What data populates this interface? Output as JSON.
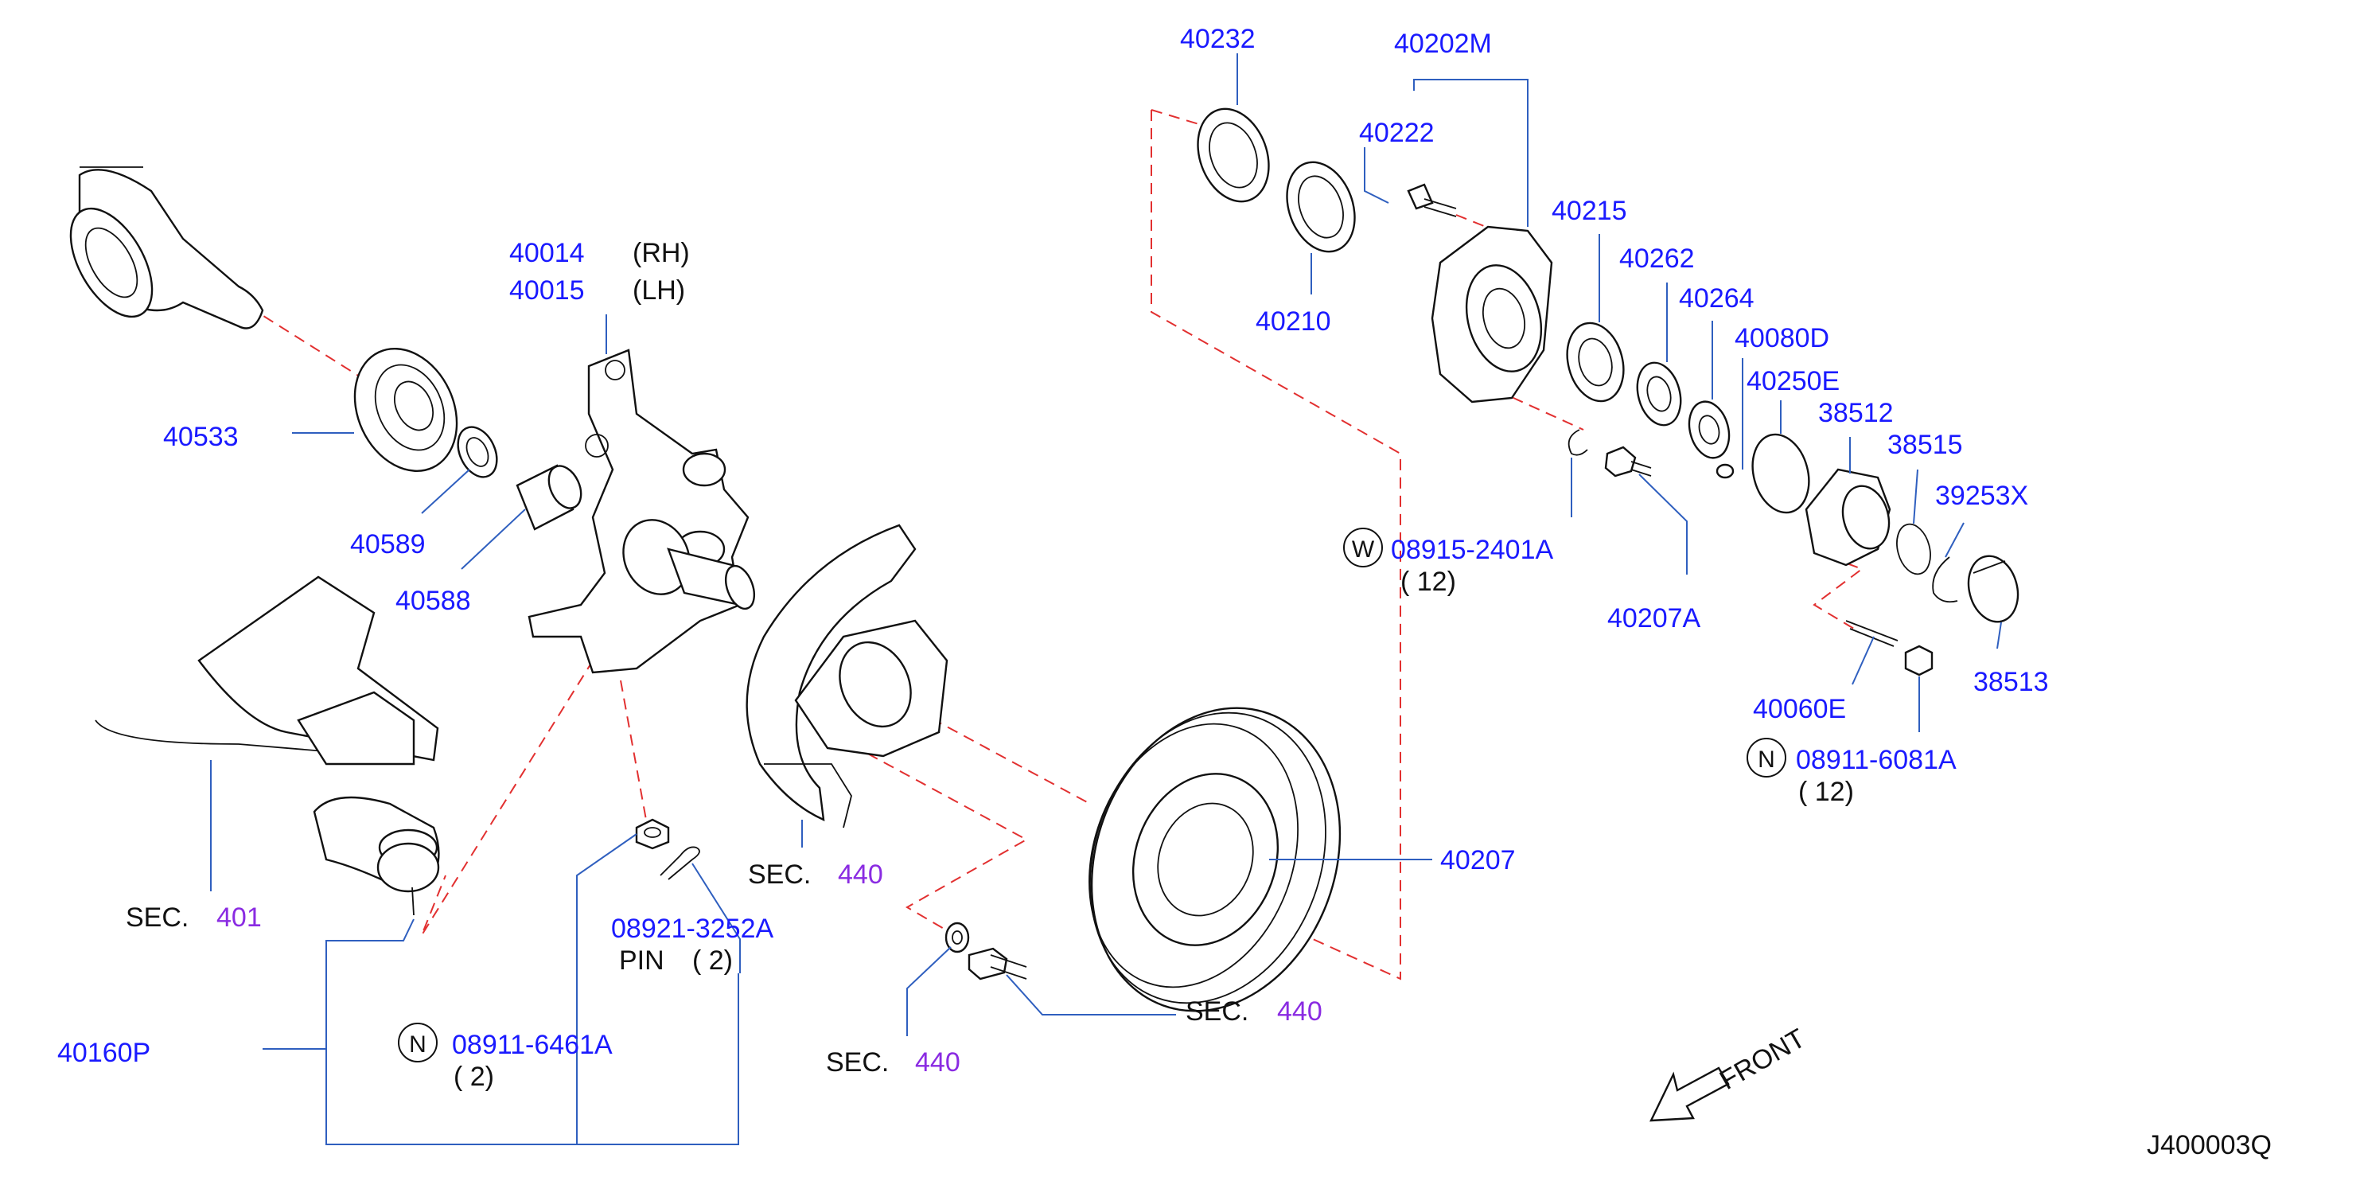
{
  "diagram_id": "J400003Q",
  "front_label": "FRONT",
  "labels": {
    "p40232": "40232",
    "p40202M": "40202M",
    "p40222": "40222",
    "p40215": "40215",
    "p40262": "40262",
    "p40264": "40264",
    "p40080D": "40080D",
    "p40250E": "40250E",
    "p38512": "38512",
    "p38515": "38515",
    "p39253X": "39253X",
    "p38513": "38513",
    "p40060E": "40060E",
    "p40207A": "40207A",
    "p40210": "40210",
    "p40014": "40014",
    "p40014_side": "(RH)",
    "p40015": "40015",
    "p40015_side": "(LH)",
    "p40533": "40533",
    "p40589": "40589",
    "p40588": "40588",
    "p40207": "40207",
    "p40160P": "40160P",
    "w08915": "08915-2401A",
    "w08915_qty": "( 12)",
    "w08915_sym": "W",
    "n08911_6081": "08911-6081A",
    "n08911_6081_qty": "( 12)",
    "n08911_6081_sym": "N",
    "n08921": "08921-3252A",
    "pin_label": "PIN",
    "pin_qty": "( 2)",
    "n08911_6461": "08911-6461A",
    "n08911_6461_qty": "( 2)",
    "n08911_6461_sym": "N",
    "sec_word": "SEC.",
    "sec_401": "401",
    "sec_440": "440"
  }
}
